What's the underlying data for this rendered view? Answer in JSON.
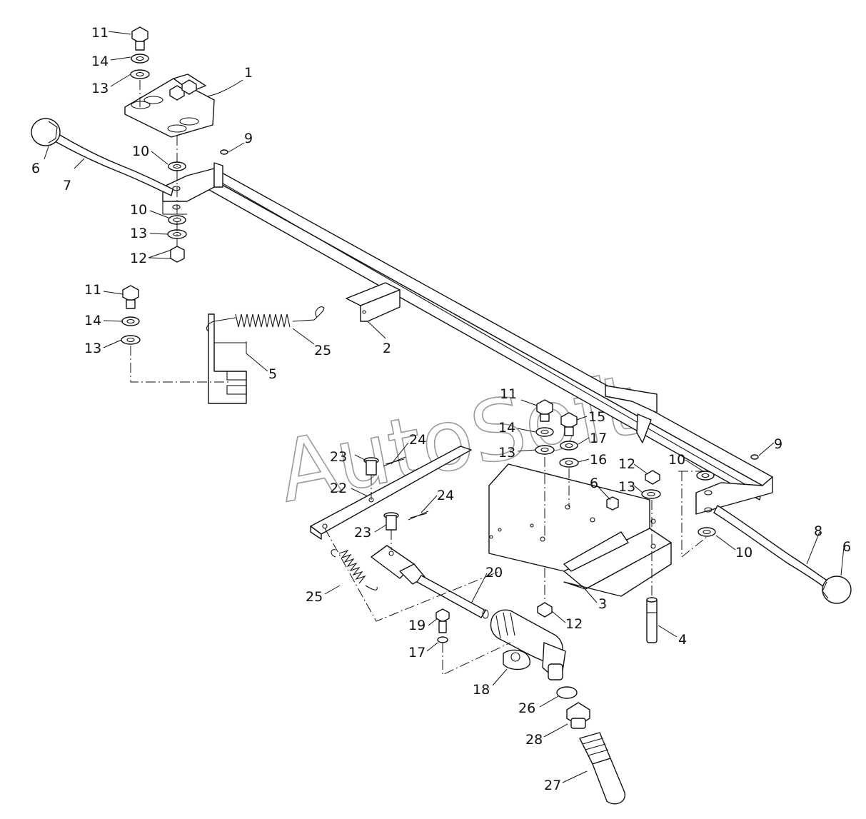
{
  "watermark": "AutoSoft",
  "colors": {
    "ink": "#111111",
    "paper": "#ffffff",
    "watermark": "#9a9a9a"
  },
  "callouts": [
    "1",
    "2",
    "3",
    "4",
    "5",
    "6",
    "7",
    "8",
    "9",
    "10",
    "11",
    "12",
    "13",
    "14",
    "15",
    "16",
    "17",
    "18",
    "19",
    "20",
    "22",
    "23",
    "24",
    "25",
    "26",
    "27",
    "28"
  ]
}
